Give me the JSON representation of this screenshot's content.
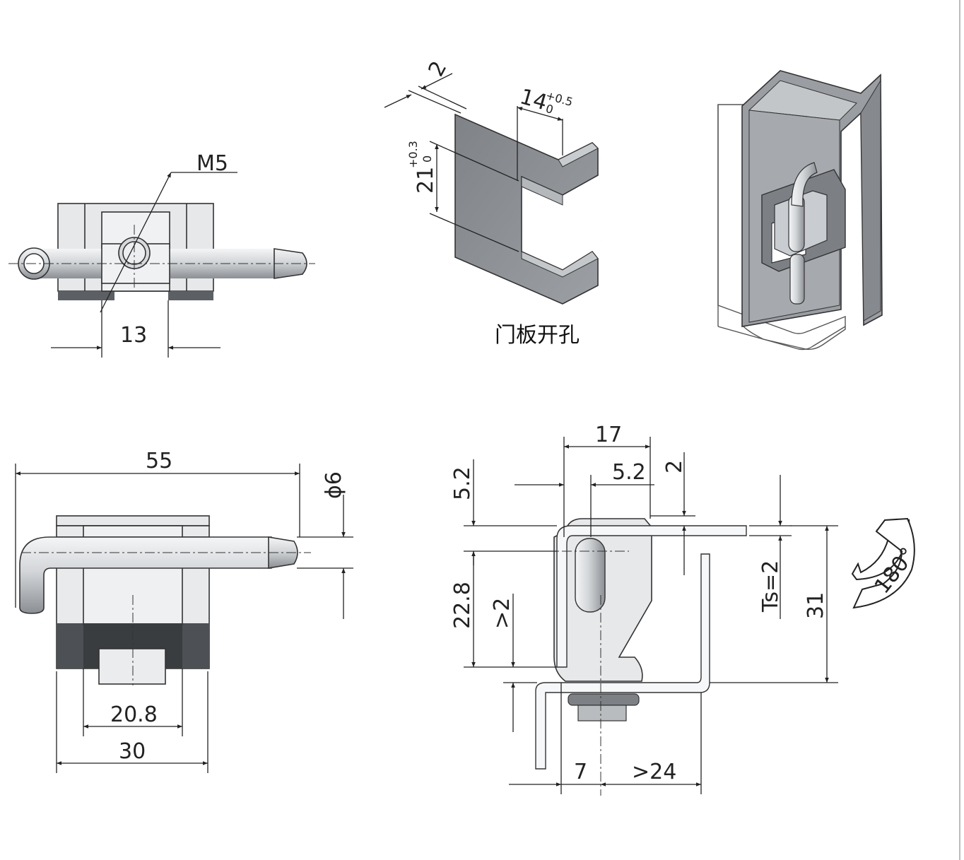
{
  "panel_cutout_label": "门板开孔",
  "dims": {
    "m5": "M5",
    "d13": "13",
    "d2_top": "2",
    "d14": "14",
    "tol14_up": "+0.5",
    "tol14_low": "0",
    "d21": "21",
    "tol21_up": "+0.3",
    "tol21_low": "0",
    "d55": "55",
    "dia6": "ϕ6",
    "d20_8": "20.8",
    "d30": "30",
    "d17": "17",
    "d5_2a": "5.2",
    "d5_2b": "5.2",
    "d2b": "2",
    "ts2": "Ts=2",
    "d22_8": "22.8",
    "gt2": ">2",
    "d31": "31",
    "d7": "7",
    "gt24": ">24",
    "rot180": "180°"
  },
  "colors": {
    "steel_light": "#e4e6e8",
    "steel_mid": "#b9bcbf",
    "steel_dark": "#6e7276",
    "panel_grey": "#8d9094",
    "dark_band": "#4a4d50"
  }
}
